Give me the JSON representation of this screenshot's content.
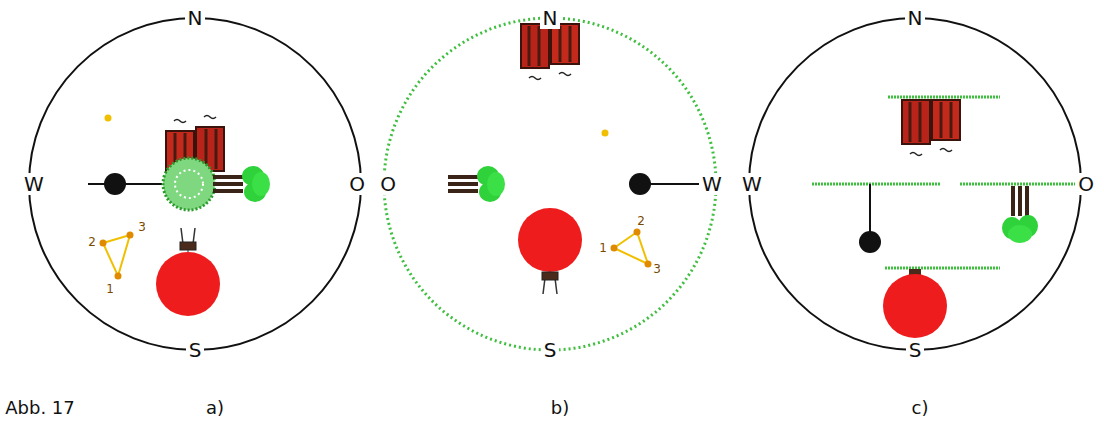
{
  "diagram": {
    "labels": [
      "Abb. 17",
      "a)",
      "b)",
      "c)",
      "N",
      "W",
      "O",
      "S",
      "1",
      "2",
      "3",
      "N",
      "O",
      "W",
      "S",
      "1",
      "2",
      "3",
      "N",
      "W",
      "O",
      "S"
    ]
  }
}
